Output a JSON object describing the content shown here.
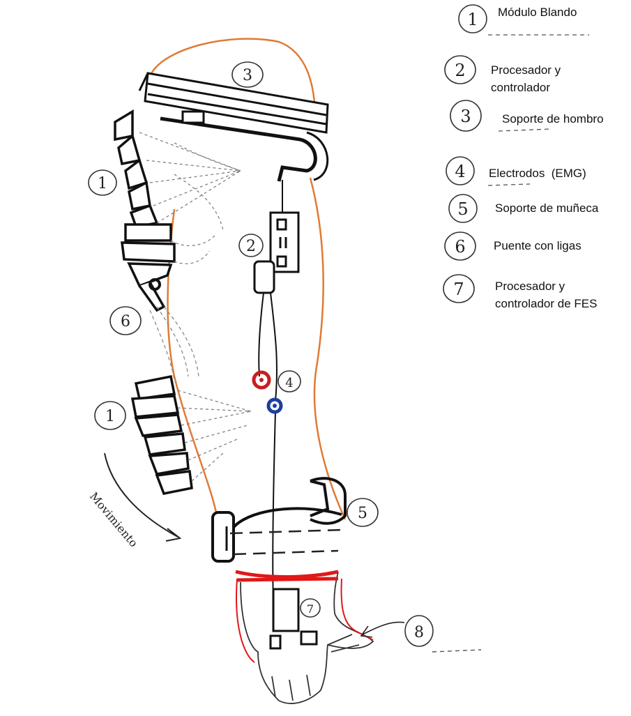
{
  "legend": [
    {
      "number": "1",
      "label": "Módulo Blando"
    },
    {
      "number": "2",
      "label": "Procesador y controlador"
    },
    {
      "number": "3",
      "label": "Soporte de hombro"
    },
    {
      "number": "4",
      "label": "Electrodos  (EMG)"
    },
    {
      "number": "5",
      "label": "Soporte de muñeca"
    },
    {
      "number": "6",
      "label": "Puente con ligas"
    },
    {
      "number": "7",
      "label": "Procesador y controlador de FES"
    }
  ],
  "callouts": {
    "c1a": "1",
    "c1b": "1",
    "c2": "2",
    "c3": "3",
    "c4": "4",
    "c5": "5",
    "c6": "6",
    "c7": "7",
    "c8": "8"
  },
  "annotation": "Movimiento",
  "colors": {
    "outline": "#111111",
    "arm_edge": "#e07a35",
    "red_band": "#e01818",
    "electrode_red": "#c81e1e",
    "electrode_blue": "#1c3fa0",
    "pencil": "#9a9a9a"
  }
}
